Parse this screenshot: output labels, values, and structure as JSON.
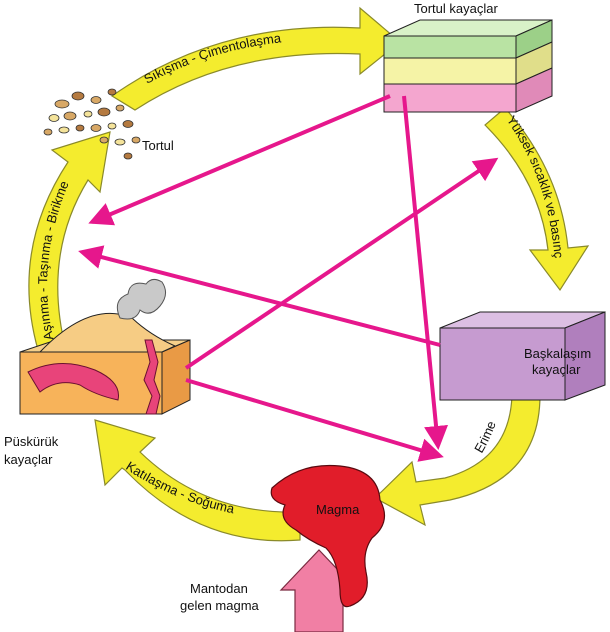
{
  "nodes": {
    "sedimentary": "Tortul kayaçlar",
    "sediment": "Tortul",
    "metamorphic_line1": "Başkalaşım",
    "metamorphic_line2": "kayaçlar",
    "igneous_line1": "Püskürük",
    "igneous_line2": "kayaçlar",
    "magma": "Magma",
    "mantle_line1": "Mantodan",
    "mantle_line2": "gelen magma"
  },
  "processes": {
    "compaction": "Sıkışma - Çimentolaşma",
    "heat_pressure": "Yüksek sıcaklık ve basınç",
    "melting": "Erime",
    "cooling": "Katılaşma - Soğuma",
    "weathering": "Aşınma - Taşınma - Birikme"
  },
  "colors": {
    "cycle_arrow": "#f4ec2e",
    "cycle_outline": "#8a8a2a",
    "shortcut_arrow": "#e6178c",
    "magma": "#e11d2a",
    "metamorphic": "#c69bd0",
    "mantle_arrow": "#f17fa4"
  }
}
